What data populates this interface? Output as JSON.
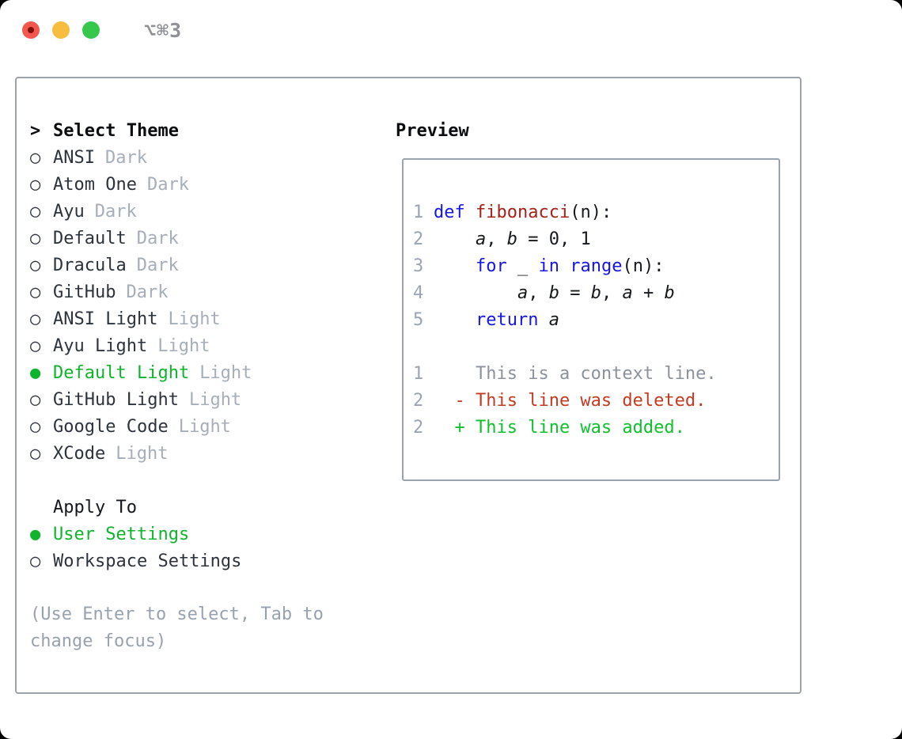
{
  "window": {
    "shortcut_label": "⌥⌘3"
  },
  "colors": {
    "accent_green": "#0eb42c",
    "keyword_blue": "#1616e8",
    "function_red": "#a8201a",
    "diff_deleted_red": "#c43b22",
    "diff_added_green": "#10c02c",
    "muted_gray": "#a5aeb9",
    "border_gray": "#9aa3ad",
    "traffic_red": "#f4574e",
    "traffic_yellow": "#f6bd3f",
    "traffic_green": "#38c74d"
  },
  "icons": {
    "focus_marker": ">",
    "radio_unselected": "○",
    "radio_selected": "●"
  },
  "theme_list": {
    "title": "Select Theme",
    "items": [
      {
        "name": "ANSI",
        "variant": "Dark",
        "selected": false
      },
      {
        "name": "Atom One",
        "variant": "Dark",
        "selected": false
      },
      {
        "name": "Ayu",
        "variant": "Dark",
        "selected": false
      },
      {
        "name": "Default",
        "variant": "Dark",
        "selected": false
      },
      {
        "name": "Dracula",
        "variant": "Dark",
        "selected": false
      },
      {
        "name": "GitHub",
        "variant": "Dark",
        "selected": false
      },
      {
        "name": "ANSI Light",
        "variant": "Light",
        "selected": false
      },
      {
        "name": "Ayu Light",
        "variant": "Light",
        "selected": false
      },
      {
        "name": "Default Light",
        "variant": "Light",
        "selected": true
      },
      {
        "name": "GitHub Light",
        "variant": "Light",
        "selected": false
      },
      {
        "name": "Google Code",
        "variant": "Light",
        "selected": false
      },
      {
        "name": "XCode",
        "variant": "Light",
        "selected": false
      }
    ]
  },
  "apply_to": {
    "title": "Apply To",
    "options": [
      {
        "label": "User Settings",
        "selected": true
      },
      {
        "label": "Workspace Settings",
        "selected": false
      }
    ]
  },
  "help_text": "(Use Enter to select, Tab to\nchange focus)",
  "preview": {
    "title": "Preview",
    "code_lines": [
      {
        "num": "1",
        "segments": [
          {
            "text": "def",
            "style": "kw"
          },
          {
            "text": " ",
            "style": "plain"
          },
          {
            "text": "fibonacci",
            "style": "fn"
          },
          {
            "text": "(n):",
            "style": "plain"
          }
        ]
      },
      {
        "num": "2",
        "segments": [
          {
            "text": "    ",
            "style": "plain"
          },
          {
            "text": "a",
            "style": "var"
          },
          {
            "text": ", ",
            "style": "plain"
          },
          {
            "text": "b",
            "style": "var"
          },
          {
            "text": " = 0, 1",
            "style": "plain"
          }
        ]
      },
      {
        "num": "3",
        "segments": [
          {
            "text": "    ",
            "style": "plain"
          },
          {
            "text": "for",
            "style": "kw"
          },
          {
            "text": " _ ",
            "style": "plain"
          },
          {
            "text": "in",
            "style": "kw"
          },
          {
            "text": " ",
            "style": "plain"
          },
          {
            "text": "range",
            "style": "kw"
          },
          {
            "text": "(n):",
            "style": "plain"
          }
        ]
      },
      {
        "num": "4",
        "segments": [
          {
            "text": "        ",
            "style": "plain"
          },
          {
            "text": "a",
            "style": "var"
          },
          {
            "text": ", ",
            "style": "plain"
          },
          {
            "text": "b",
            "style": "var"
          },
          {
            "text": " = ",
            "style": "plain"
          },
          {
            "text": "b",
            "style": "var"
          },
          {
            "text": ", ",
            "style": "plain"
          },
          {
            "text": "a",
            "style": "var"
          },
          {
            "text": " + ",
            "style": "plain"
          },
          {
            "text": "b",
            "style": "var"
          }
        ]
      },
      {
        "num": "5",
        "segments": [
          {
            "text": "    ",
            "style": "plain"
          },
          {
            "text": "return",
            "style": "kw"
          },
          {
            "text": " ",
            "style": "plain"
          },
          {
            "text": "a",
            "style": "var"
          }
        ]
      }
    ],
    "diff_lines": [
      {
        "num": "1",
        "text": "    This is a context line.",
        "style": "context"
      },
      {
        "num": "2",
        "text": "  - This line was deleted.",
        "style": "deleted"
      },
      {
        "num": "2",
        "text": "  + This line was added.",
        "style": "added"
      }
    ]
  }
}
